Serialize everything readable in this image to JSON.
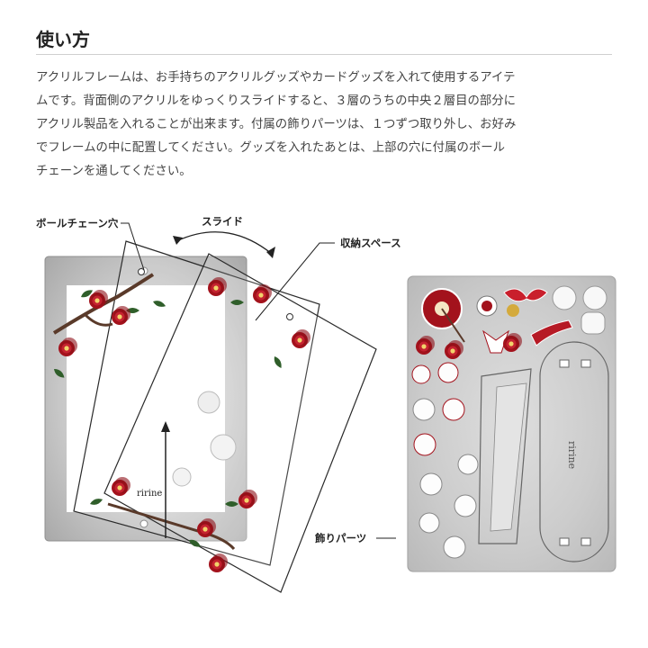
{
  "heading": "使い方",
  "description_lines": [
    "アクリルフレームは、お手持ちのアクリルグッズやカードグッズを入れて使用するアイテ",
    "ムです。背面側のアクリルをゆっくりスライドすると、３層のうちの中央２層目の部分に",
    "アクリル製品を入れることが出来ます。付属の飾りパーツは、１つずつ取り外し、お好み",
    "でフレームの中に配置してください。グッズを入れたあとは、上部の穴に付属のボール",
    "チェーンを通してください。"
  ],
  "labels": {
    "chain_hole": "ボールチェーン穴",
    "slide": "スライド",
    "storage": "収納スペース",
    "decor_parts": "飾りパーツ"
  },
  "brand_mark": "ririne",
  "colors": {
    "camellia_red": "#a3121c",
    "leaf_green": "#2f5e2a",
    "frame_gray": "#bdbdbd",
    "sheet_gray": "#cfcfcf",
    "text": "#333333"
  }
}
